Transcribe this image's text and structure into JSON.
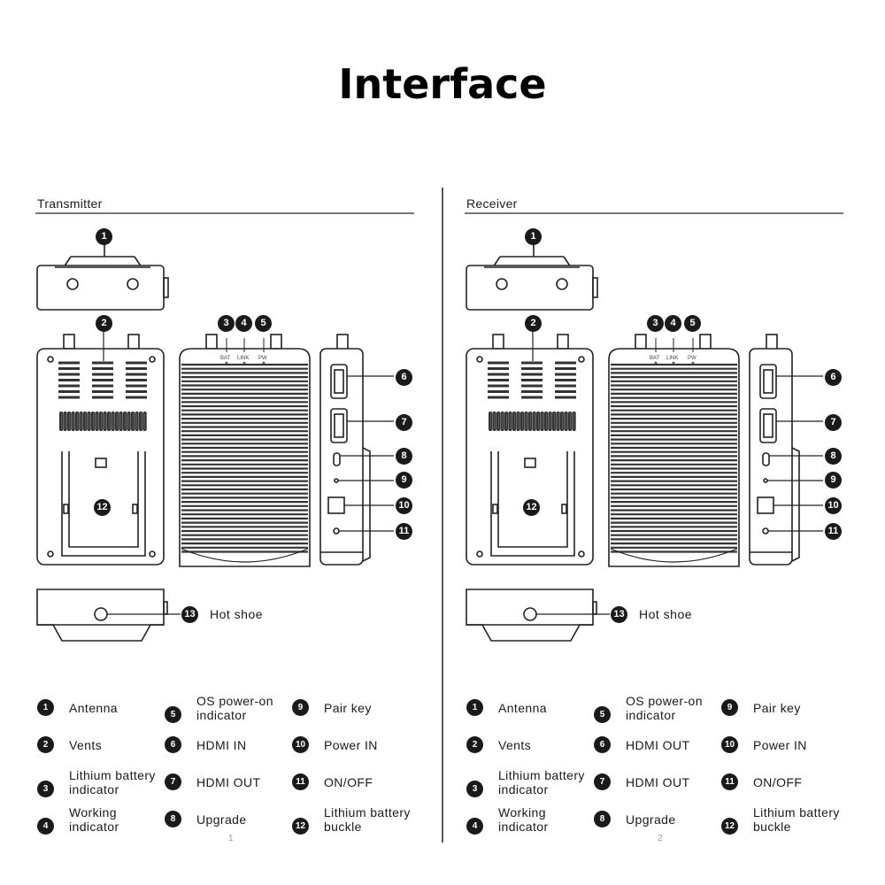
{
  "title": "Interface",
  "panels": [
    {
      "heading": "Transmitter",
      "hot_shoe": "Hot shoe",
      "page_number": "1",
      "legend": [
        {
          "num": "1",
          "text": "Antenna"
        },
        {
          "num": "2",
          "text": "Vents"
        },
        {
          "num": "3",
          "text": "Lithium battery\nindicator"
        },
        {
          "num": "4",
          "text": "Working\nindicator"
        },
        {
          "num": "5",
          "text": "OS power-on\nindicator"
        },
        {
          "num": "6",
          "text": "HDMI IN"
        },
        {
          "num": "7",
          "text": "HDMI OUT"
        },
        {
          "num": "8",
          "text": "Upgrade"
        },
        {
          "num": "9",
          "text": "Pair key"
        },
        {
          "num": "10",
          "text": "Power IN"
        },
        {
          "num": "11",
          "text": "ON/OFF"
        },
        {
          "num": "12",
          "text": "Lithium battery\nbuckle"
        }
      ]
    },
    {
      "heading": "Receiver",
      "hot_shoe": "Hot  shoe",
      "page_number": "2",
      "legend": [
        {
          "num": "1",
          "text": "Antenna"
        },
        {
          "num": "2",
          "text": "Vents"
        },
        {
          "num": "3",
          "text": "Lithium battery\nindicator"
        },
        {
          "num": "4",
          "text": "Working\nindicator"
        },
        {
          "num": "5",
          "text": "OS power-on\nindicator"
        },
        {
          "num": "6",
          "text": "HDMI OUT"
        },
        {
          "num": "7",
          "text": "HDMI OUT"
        },
        {
          "num": "8",
          "text": "Upgrade"
        },
        {
          "num": "9",
          "text": "Pair key"
        },
        {
          "num": "10",
          "text": "Power IN"
        },
        {
          "num": "11",
          "text": "ON/OFF"
        },
        {
          "num": "12",
          "text": "Lithium battery\nbuckle"
        }
      ]
    }
  ],
  "callout_13": "13",
  "led_labels": [
    "BAT",
    "LINK",
    "PW"
  ]
}
